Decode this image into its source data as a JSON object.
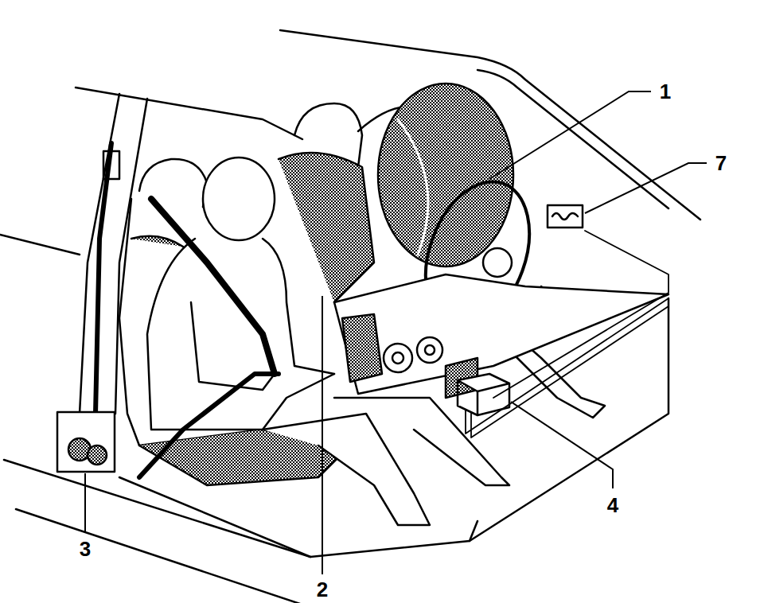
{
  "diagram": {
    "labels": [
      "1",
      "7",
      "2",
      "3",
      "4"
    ]
  }
}
